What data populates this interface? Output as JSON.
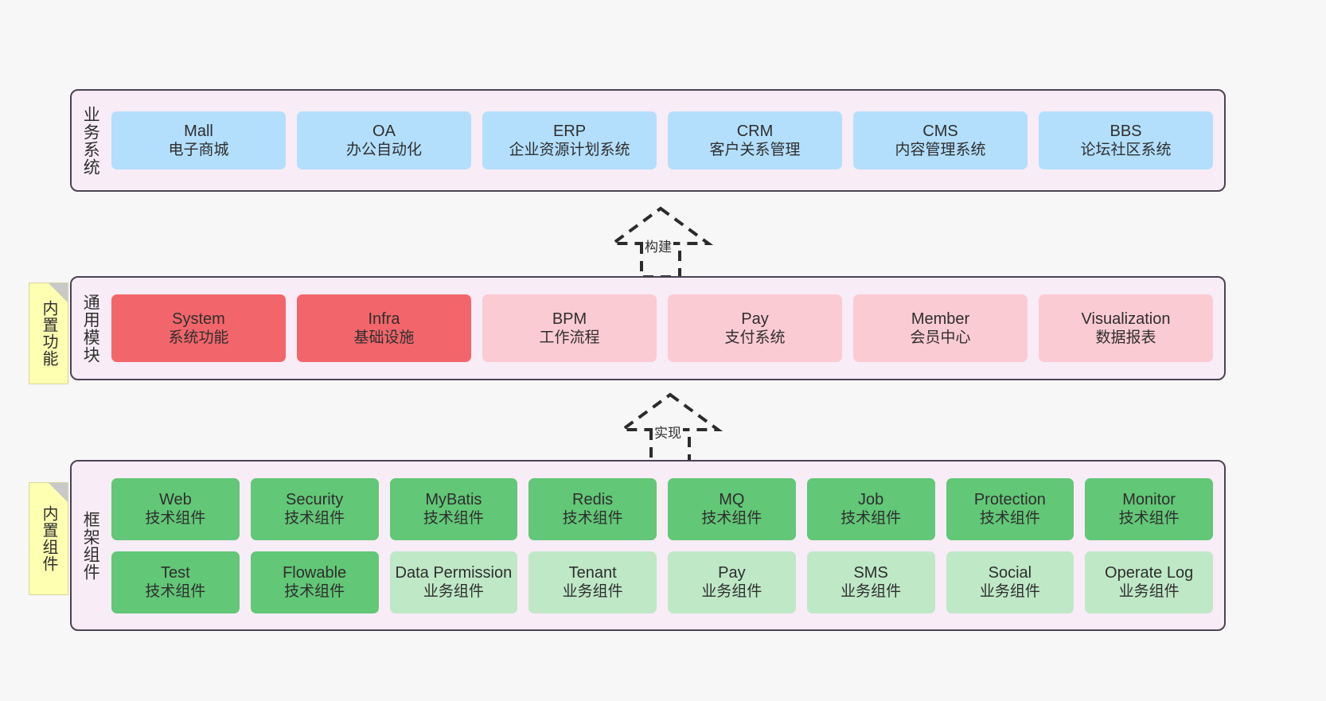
{
  "meta": {
    "background": "#f7f7f7",
    "layer_bg": "#f8ecf6",
    "layer_border": "#4a4453",
    "note_bg": "#feffb1",
    "note_fold": "#c9c9c9",
    "color_blue": "#b3dffc",
    "color_red": "#f2666b",
    "color_pink": "#fbcbd3",
    "color_green": "#62c777",
    "color_lightgreen": "#bfe8c7"
  },
  "layers": {
    "business": {
      "label": "业务系统",
      "items": [
        {
          "title": "Mall",
          "sub": "电子商城"
        },
        {
          "title": "OA",
          "sub": "办公自动化"
        },
        {
          "title": "ERP",
          "sub": "企业资源计划系统"
        },
        {
          "title": "CRM",
          "sub": "客户关系管理"
        },
        {
          "title": "CMS",
          "sub": "内容管理系统"
        },
        {
          "title": "BBS",
          "sub": "论坛社区系统"
        }
      ]
    },
    "module": {
      "label": "通用模块",
      "note": "内置功能",
      "items": [
        {
          "title": "System",
          "sub": "系统功能",
          "color": "c-red"
        },
        {
          "title": "Infra",
          "sub": "基础设施",
          "color": "c-red"
        },
        {
          "title": "BPM",
          "sub": "工作流程",
          "color": "c-pink"
        },
        {
          "title": "Pay",
          "sub": "支付系统",
          "color": "c-pink"
        },
        {
          "title": "Member",
          "sub": "会员中心",
          "color": "c-pink"
        },
        {
          "title": "Visualization",
          "sub": "数据报表",
          "color": "c-pink"
        }
      ]
    },
    "framework": {
      "label": "框架组件",
      "note": "内置组件",
      "row1": [
        {
          "title": "Web",
          "sub": "技术组件",
          "color": "c-green"
        },
        {
          "title": "Security",
          "sub": "技术组件",
          "color": "c-green"
        },
        {
          "title": "MyBatis",
          "sub": "技术组件",
          "color": "c-green"
        },
        {
          "title": "Redis",
          "sub": "技术组件",
          "color": "c-green"
        },
        {
          "title": "MQ",
          "sub": "技术组件",
          "color": "c-green"
        },
        {
          "title": "Job",
          "sub": "技术组件",
          "color": "c-green"
        },
        {
          "title": "Protection",
          "sub": "技术组件",
          "color": "c-green"
        },
        {
          "title": "Monitor",
          "sub": "技术组件",
          "color": "c-green"
        }
      ],
      "row2": [
        {
          "title": "Test",
          "sub": "技术组件",
          "color": "c-green"
        },
        {
          "title": "Flowable",
          "sub": "技术组件",
          "color": "c-green"
        },
        {
          "title": "Data Permission",
          "sub": "业务组件",
          "color": "c-lightgreen"
        },
        {
          "title": "Tenant",
          "sub": "业务组件",
          "color": "c-lightgreen"
        },
        {
          "title": "Pay",
          "sub": "业务组件",
          "color": "c-lightgreen"
        },
        {
          "title": "SMS",
          "sub": "业务组件",
          "color": "c-lightgreen"
        },
        {
          "title": "Social",
          "sub": "业务组件",
          "color": "c-lightgreen"
        },
        {
          "title": "Operate Log",
          "sub": "业务组件",
          "color": "c-lightgreen"
        }
      ]
    }
  },
  "connectors": [
    {
      "label": "构建"
    },
    {
      "label": "实现"
    }
  ]
}
